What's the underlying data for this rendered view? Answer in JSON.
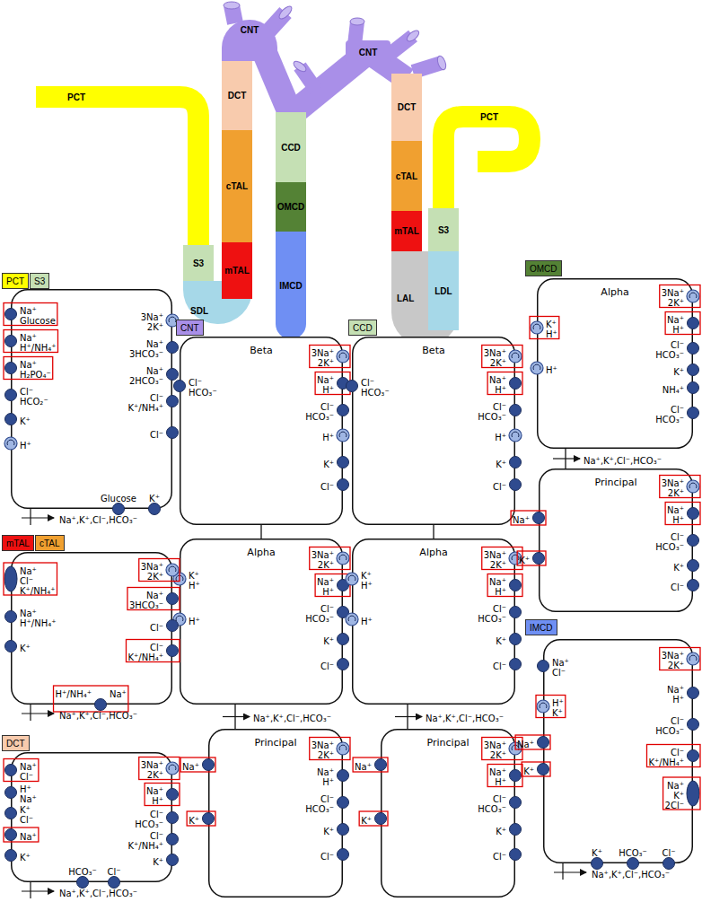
{
  "diagram": {
    "nodes": [
      {
        "text": [
          "PCT"
        ]
      },
      {
        "text": [
          "S3"
        ]
      },
      {
        "text": [
          "SDL"
        ]
      },
      {
        "text": [
          "mTAL"
        ]
      },
      {
        "text": [
          "cTAL"
        ]
      },
      {
        "text": [
          "DCT"
        ]
      },
      {
        "text": [
          "CNT"
        ]
      },
      {
        "text": [
          "CNT"
        ]
      },
      {
        "text": [
          "CCD"
        ]
      },
      {
        "text": [
          "OMCD"
        ]
      },
      {
        "text": [
          "IMCD"
        ]
      },
      {
        "text": [
          "DCT"
        ]
      },
      {
        "text": [
          "cTAL"
        ]
      },
      {
        "text": [
          "mTAL"
        ]
      },
      {
        "text": [
          "LAL"
        ]
      },
      {
        "text": [
          "S3"
        ]
      },
      {
        "text": [
          "LDL"
        ]
      },
      {
        "text": [
          "PCT"
        ]
      },
      {
        "text": [
          "PCT"
        ]
      },
      {
        "text": [
          "S3"
        ]
      },
      {
        "text": [
          "Na⁺",
          "Glucose",
          "Na⁺",
          "H⁺/NH₄⁺",
          "Na⁺",
          "H₂PO₄⁻",
          "Cl⁻",
          "HCO₂⁻",
          "K⁺",
          "H⁺",
          "3Na⁺",
          "2K⁺",
          "Na⁺",
          "3HCO₃⁻",
          "Na⁺",
          "2HCO₃⁻",
          "Cl⁻",
          "K⁺/NH₄⁺",
          "Cl⁻",
          "Glucose",
          "K⁺"
        ]
      },
      {
        "text": [
          "CNT"
        ]
      },
      {
        "text": [
          "Beta",
          "Cl⁻",
          "HCO₃⁻",
          "3Na⁺",
          "2K⁺",
          "Na⁺",
          "H⁺",
          "Cl⁻",
          "HCO₃⁻",
          "H⁺",
          "K⁺",
          "Cl⁻"
        ]
      },
      {
        "text": [
          "Alpha",
          "K⁺",
          "H⁺",
          "H⁺",
          "3Na⁺",
          "2K⁺",
          "Na⁺",
          "H⁺",
          "Cl⁻",
          "HCO₃⁻",
          "K⁺",
          "Cl⁻"
        ]
      },
      {
        "text": [
          "Principal",
          "Na⁺",
          "K⁺",
          "3Na⁺",
          "2K⁺",
          "Na⁺",
          "H⁺",
          "Cl⁻",
          "HCO₃⁻",
          "K⁺",
          "Cl⁻"
        ]
      },
      {
        "text": [
          "CCD"
        ]
      },
      {
        "text": [
          "Beta",
          "Cl⁻",
          "HCO₃⁻",
          "3Na⁺",
          "2K⁺",
          "Na⁺",
          "H⁺",
          "Cl⁻",
          "HCO₃⁻",
          "H⁺",
          "K⁺",
          "Cl⁻"
        ]
      },
      {
        "text": [
          "Alpha",
          "K⁺",
          "H⁺",
          "H⁺",
          "3Na⁺",
          "2K⁺",
          "Na⁺",
          "H⁺",
          "Cl⁻",
          "HCO₃⁻",
          "K⁺",
          "Cl⁻"
        ]
      },
      {
        "text": [
          "Principal",
          "Na⁺",
          "K⁺",
          "3Na⁺",
          "2K⁺",
          "Na⁺",
          "H⁺",
          "Cl⁻",
          "HCO₃⁻",
          "K⁺",
          "Cl⁻"
        ]
      },
      {
        "text": [
          "OMCD"
        ]
      },
      {
        "text": [
          "Alpha",
          "K⁺",
          "H⁺",
          "H⁺",
          "3Na⁺",
          "2K⁺",
          "Na⁺",
          "H⁺",
          "Cl⁻",
          "HCO₃⁻",
          "K⁺",
          "NH₄⁺",
          "Cl⁻",
          "HCO₃⁻"
        ]
      },
      {
        "text": [
          "Principal",
          "Na⁺",
          "K⁺",
          "3Na⁺",
          "2K⁺",
          "Na⁺",
          "H⁺",
          "Cl⁻",
          "HCO₃⁻",
          "K⁺",
          "Cl⁻"
        ]
      },
      {
        "text": [
          "mTAL"
        ]
      },
      {
        "text": [
          "cTAL"
        ]
      },
      {
        "text": [
          "Na⁺",
          "Cl⁻",
          "K⁺/NH₄⁺",
          "Na⁺",
          "H⁺/NH₄⁺",
          "K⁺",
          "3Na⁺",
          "2K⁺",
          "Na⁺",
          "3HCO₃⁻",
          "Cl⁻",
          "Cl⁻",
          "K⁺/NH₄⁺",
          "H⁺/NH₄⁺",
          "Na⁺"
        ]
      },
      {
        "text": [
          "DCT"
        ]
      },
      {
        "text": [
          "Na⁺",
          "Cl⁻",
          "H⁺",
          "Na⁺",
          "K⁺",
          "Cl⁻",
          "Na⁺",
          "K⁺",
          "3Na⁺",
          "2K⁺",
          "Na⁺",
          "H⁺",
          "Cl⁻",
          "HCO₃⁻",
          "Cl⁻",
          "K⁺/NH₄⁺",
          "K⁺",
          "HCO₃⁻",
          "Cl⁻"
        ]
      },
      {
        "text": [
          "IMCD"
        ]
      },
      {
        "text": [
          "Na⁺",
          "Cl⁻",
          "H⁺",
          "K⁺",
          "Na⁺",
          "K⁺",
          "3Na⁺",
          "2K⁺",
          "Na⁺",
          "H⁺",
          "Cl⁻",
          "HCO₃⁻",
          "Cl⁻",
          "K⁺/NH₄⁺",
          "Na⁺",
          "K⁺",
          "2Cl⁻",
          "K⁺",
          "HCO₃⁻",
          "Cl⁻"
        ]
      }
    ],
    "edges": [
      {
        "from": 22,
        "to": 23,
        "arrow": "none"
      },
      {
        "from": 23,
        "to": 24,
        "arrow": "none"
      },
      {
        "from": 26,
        "to": 27,
        "arrow": "none"
      },
      {
        "from": 27,
        "to": 28,
        "arrow": "none"
      },
      {
        "from": 30,
        "to": 31,
        "arrow": "none"
      }
    ],
    "labels": [
      "Na⁺,K⁺,Cl⁻,HCO₃⁻",
      "Na⁺,K⁺,Cl⁻,HCO₃⁻",
      "Na⁺,K⁺,Cl⁻,HCO₃⁻",
      "Na⁺,K⁺,Cl⁻,HCO₃⁻",
      "Na⁺,K⁺,Cl⁻,HCO₃⁻",
      "Na⁺,K⁺,Cl⁻,HCO₃⁻",
      "Na⁺,K⁺,Cl⁻,HCO₃⁻"
    ]
  }
}
